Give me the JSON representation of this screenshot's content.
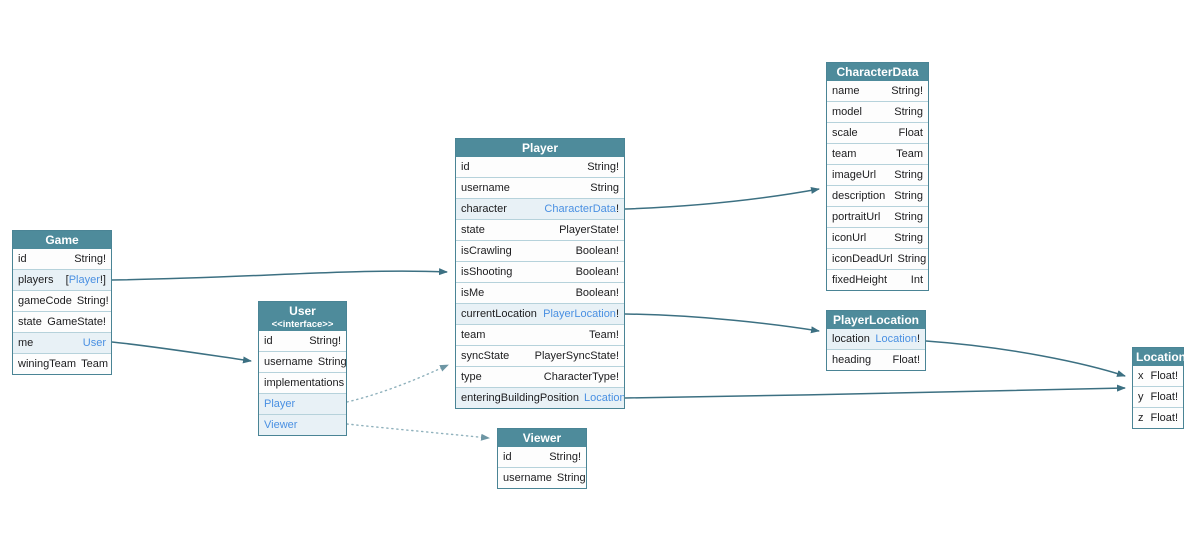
{
  "diagram": {
    "colors": {
      "header_bg": "#4e8b9b",
      "header_text": "#ffffff",
      "link_text": "#4a90e2",
      "row_tint": "#e8f1f6",
      "row_bg": "#fdfdfd",
      "node_border": "#4a8495",
      "row_separator": "#b6d2db",
      "arrow_solid": "#3c7082",
      "arrow_dotted": "#8fb1bc",
      "arrowhead_dotted": "#6d96a4"
    },
    "nodes": [
      {
        "id": "Game",
        "title": "Game",
        "subtitle": "",
        "fields": [
          {
            "kind": "field",
            "name": "id",
            "type": [
              {
                "text": "String!",
                "link": false
              }
            ]
          },
          {
            "kind": "field",
            "name": "players",
            "type": [
              {
                "text": "[",
                "link": false
              },
              {
                "text": "Player",
                "link": true
              },
              {
                "text": "!]",
                "link": false
              }
            ]
          },
          {
            "kind": "field",
            "name": "gameCode",
            "type": [
              {
                "text": "String!",
                "link": false
              }
            ]
          },
          {
            "kind": "field",
            "name": "state",
            "type": [
              {
                "text": "GameState!",
                "link": false
              }
            ]
          },
          {
            "kind": "field",
            "name": "me",
            "type": [
              {
                "text": "User",
                "link": true
              }
            ]
          },
          {
            "kind": "field",
            "name": "winingTeam",
            "type": [
              {
                "text": "Team",
                "link": false
              }
            ]
          }
        ]
      },
      {
        "id": "User",
        "title": "User",
        "subtitle": "<<interface>>",
        "fields": [
          {
            "kind": "field",
            "name": "id",
            "type": [
              {
                "text": "String!",
                "link": false
              }
            ]
          },
          {
            "kind": "field",
            "name": "username",
            "type": [
              {
                "text": "String",
                "link": false
              }
            ]
          },
          {
            "kind": "label",
            "name": "implementations",
            "type": []
          },
          {
            "kind": "impl",
            "name": "Player",
            "type": []
          },
          {
            "kind": "impl",
            "name": "Viewer",
            "type": []
          }
        ]
      },
      {
        "id": "Player",
        "title": "Player",
        "subtitle": "",
        "fields": [
          {
            "kind": "field",
            "name": "id",
            "type": [
              {
                "text": "String!",
                "link": false
              }
            ]
          },
          {
            "kind": "field",
            "name": "username",
            "type": [
              {
                "text": "String",
                "link": false
              }
            ]
          },
          {
            "kind": "field",
            "name": "character",
            "type": [
              {
                "text": "CharacterData",
                "link": true
              },
              {
                "text": "!",
                "link": false
              }
            ]
          },
          {
            "kind": "field",
            "name": "state",
            "type": [
              {
                "text": "PlayerState!",
                "link": false
              }
            ]
          },
          {
            "kind": "field",
            "name": "isCrawling",
            "type": [
              {
                "text": "Boolean!",
                "link": false
              }
            ]
          },
          {
            "kind": "field",
            "name": "isShooting",
            "type": [
              {
                "text": "Boolean!",
                "link": false
              }
            ]
          },
          {
            "kind": "field",
            "name": "isMe",
            "type": [
              {
                "text": "Boolean!",
                "link": false
              }
            ]
          },
          {
            "kind": "field",
            "name": "currentLocation",
            "type": [
              {
                "text": "PlayerLocation",
                "link": true
              },
              {
                "text": "!",
                "link": false
              }
            ]
          },
          {
            "kind": "field",
            "name": "team",
            "type": [
              {
                "text": "Team!",
                "link": false
              }
            ]
          },
          {
            "kind": "field",
            "name": "syncState",
            "type": [
              {
                "text": "PlayerSyncState!",
                "link": false
              }
            ]
          },
          {
            "kind": "field",
            "name": "type",
            "type": [
              {
                "text": "CharacterType!",
                "link": false
              }
            ]
          },
          {
            "kind": "field",
            "name": "enteringBuildingPosition",
            "type": [
              {
                "text": "Location",
                "link": true
              }
            ]
          }
        ]
      },
      {
        "id": "Viewer",
        "title": "Viewer",
        "subtitle": "",
        "fields": [
          {
            "kind": "field",
            "name": "id",
            "type": [
              {
                "text": "String!",
                "link": false
              }
            ]
          },
          {
            "kind": "field",
            "name": "username",
            "type": [
              {
                "text": "String",
                "link": false
              }
            ]
          }
        ]
      },
      {
        "id": "CharacterData",
        "title": "CharacterData",
        "subtitle": "",
        "fields": [
          {
            "kind": "field",
            "name": "name",
            "type": [
              {
                "text": "String!",
                "link": false
              }
            ]
          },
          {
            "kind": "field",
            "name": "model",
            "type": [
              {
                "text": "String",
                "link": false
              }
            ]
          },
          {
            "kind": "field",
            "name": "scale",
            "type": [
              {
                "text": "Float",
                "link": false
              }
            ]
          },
          {
            "kind": "field",
            "name": "team",
            "type": [
              {
                "text": "Team",
                "link": false
              }
            ]
          },
          {
            "kind": "field",
            "name": "imageUrl",
            "type": [
              {
                "text": "String",
                "link": false
              }
            ]
          },
          {
            "kind": "field",
            "name": "description",
            "type": [
              {
                "text": "String",
                "link": false
              }
            ]
          },
          {
            "kind": "field",
            "name": "portraitUrl",
            "type": [
              {
                "text": "String",
                "link": false
              }
            ]
          },
          {
            "kind": "field",
            "name": "iconUrl",
            "type": [
              {
                "text": "String",
                "link": false
              }
            ]
          },
          {
            "kind": "field",
            "name": "iconDeadUrl",
            "type": [
              {
                "text": "String",
                "link": false
              }
            ]
          },
          {
            "kind": "field",
            "name": "fixedHeight",
            "type": [
              {
                "text": "Int",
                "link": false
              }
            ]
          }
        ]
      },
      {
        "id": "PlayerLocation",
        "title": "PlayerLocation",
        "subtitle": "",
        "fields": [
          {
            "kind": "field",
            "name": "location",
            "type": [
              {
                "text": "Location",
                "link": true
              },
              {
                "text": "!",
                "link": false
              }
            ]
          },
          {
            "kind": "field",
            "name": "heading",
            "type": [
              {
                "text": "Float!",
                "link": false
              }
            ]
          }
        ]
      },
      {
        "id": "Location",
        "title": "Location",
        "subtitle": "",
        "fields": [
          {
            "kind": "field",
            "name": "x",
            "type": [
              {
                "text": "Float!",
                "link": false
              }
            ]
          },
          {
            "kind": "field",
            "name": "y",
            "type": [
              {
                "text": "Float!",
                "link": false
              }
            ]
          },
          {
            "kind": "field",
            "name": "z",
            "type": [
              {
                "text": "Float!",
                "link": false
              }
            ]
          }
        ]
      }
    ],
    "edges": [
      {
        "id": "game-players-player",
        "from": "Game.players",
        "to": "Player",
        "style": "solid"
      },
      {
        "id": "game-me-user",
        "from": "Game.me",
        "to": "User",
        "style": "solid"
      },
      {
        "id": "player-character-characterdata",
        "from": "Player.character",
        "to": "CharacterData",
        "style": "solid"
      },
      {
        "id": "player-currentlocation-playerlocation",
        "from": "Player.currentLocation",
        "to": "PlayerLocation",
        "style": "solid"
      },
      {
        "id": "player-enteringbuildingposition-location",
        "from": "Player.enteringBuildingPosition",
        "to": "Location",
        "style": "solid"
      },
      {
        "id": "playerlocation-location-location",
        "from": "PlayerLocation.location",
        "to": "Location",
        "style": "solid"
      },
      {
        "id": "user-player-implementation",
        "from": "User.Player",
        "to": "Player",
        "style": "dotted"
      },
      {
        "id": "user-viewer-implementation",
        "from": "User.Viewer",
        "to": "Viewer",
        "style": "dotted"
      }
    ]
  }
}
